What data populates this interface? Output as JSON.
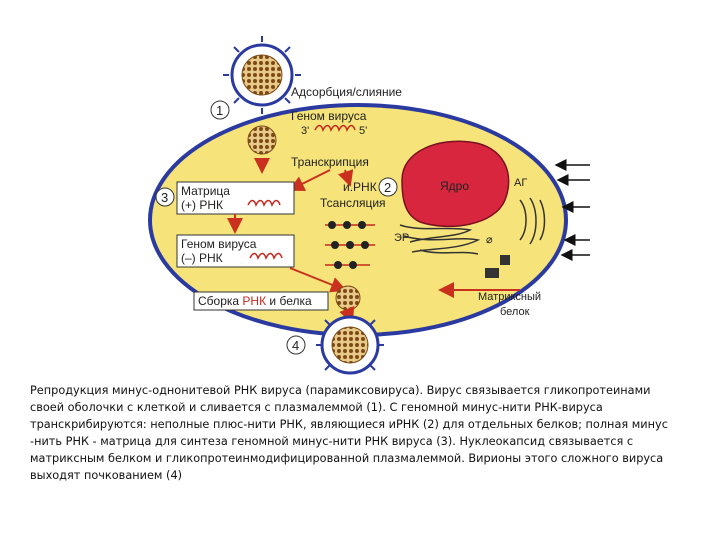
{
  "labels": {
    "adsorption": "Адсорбция/слияние",
    "genome_virus": "Геном вируса",
    "prime3": "3'",
    "prime5": "5'",
    "transcription": "Транскрипция",
    "matrix_title": "Матрица",
    "matrix_plus": "(+) РНК",
    "mrna": "и.РНК",
    "translation": "Тсансляция",
    "nucleus": "Ядро",
    "ag": "АГ",
    "er": "ЭР",
    "genome_title": "Геном вируса",
    "genome_minus": "(–) РНК",
    "assembly_pre": "Сборка ",
    "assembly_rna": "РНК",
    "assembly_post": " и белка",
    "matrix_protein_1": "Матриксный",
    "matrix_protein_2": "белок",
    "step1": "1",
    "step2": "2",
    "step3": "3",
    "step4": "4"
  },
  "caption": "Репродукция минус-однонитевой РНК вируса (парамиксовируса). Вирус связывается гликопротеинами своей оболочки с клеткой и сливается с плазмалеммой (1). С геномной минус-нити РНК-вируса транскрибируются: неполные плюс-нити РНК, являющиеся иРНК (2) для отдельных белков; полная минус -нить РНК - матрица для синтеза геномной минус-нити РНК вируса (3). Нуклеокапсид связывается с матриксным белком и гликопротеинмодифицированной плазмалеммой. Вирионы этого сложного вируса выходят почкованием (4)",
  "colors": {
    "cell_fill": "#f6e47a",
    "cell_border": "#2b3aa0",
    "nucleus": "#d7263d",
    "rna_red": "#c8281e",
    "nucleocapsid": "#8a5a1e"
  }
}
